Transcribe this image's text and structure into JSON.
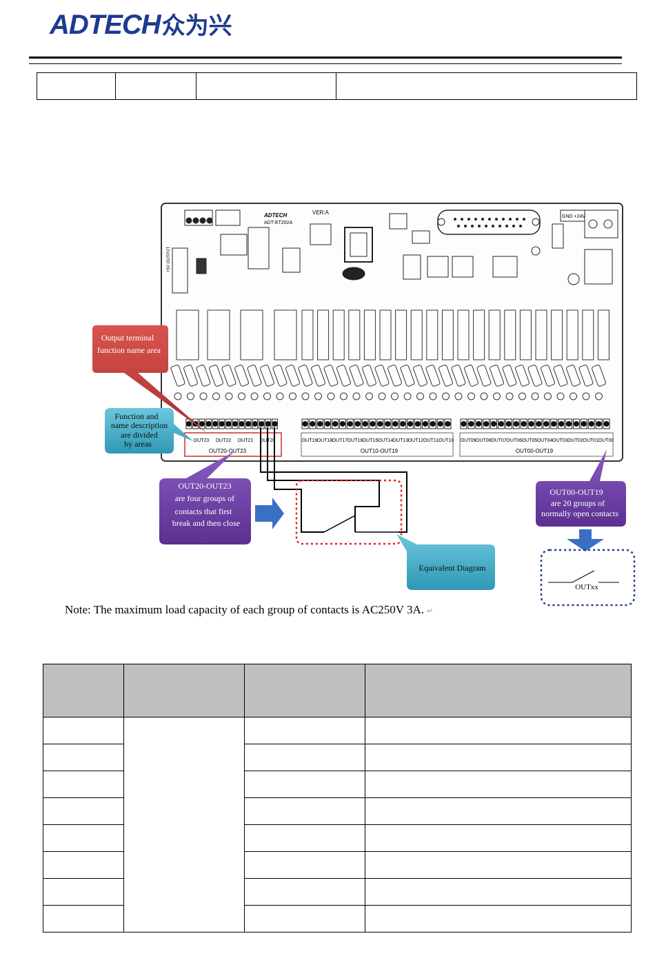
{
  "header": {
    "logo_text": "ADTECH",
    "logo_cn": "众为兴"
  },
  "figure": {
    "board": {
      "model": "ADT-ET202A",
      "brand": "ADTECH",
      "version": "VER:A",
      "power_left": "+5V OUTPUT",
      "power_right": "GND +24V",
      "group_labels": [
        "OUT20-OUT23",
        "OUT10-OUT19",
        "OUT00-OUT19"
      ],
      "terminals_a": [
        "OUT23",
        "OUT22",
        "OUT21",
        "OUT20"
      ],
      "terminals_b": [
        "OUT19",
        "OUT18",
        "OUT17",
        "OUT16",
        "OUT15",
        "OUT14",
        "OUT13",
        "OUT12",
        "OUT11",
        "OUT10"
      ],
      "terminals_c": [
        "OUT09",
        "OUT08",
        "OUT07",
        "OUT06",
        "OUT05",
        "OUT04",
        "OUT03",
        "OUT02",
        "OUT01",
        "OUT00"
      ]
    },
    "callouts": {
      "terminal_name": [
        "Output terminal",
        "function name area"
      ],
      "description": [
        "Function and",
        "name description",
        "are divided",
        "by areas"
      ],
      "out20_23": [
        "OUT20-OUT23",
        "are four groups of",
        "contacts that first",
        "break and then close"
      ],
      "out00_19": [
        "OUT00-OUT19",
        "are 20 groups of",
        "normally open contacts"
      ],
      "equivalent": "Equivalent Diagram",
      "outxx": "OUTxx"
    },
    "colors": {
      "red_callout": "#c0392b",
      "blue_callout": "#3fa9c4",
      "purple_callout": "#6b3fa0",
      "arrow_blue": "#3b6fc4",
      "dotted_red": "#e02020",
      "dotted_navy": "#1f3a8f"
    }
  },
  "note": "Note: The maximum load capacity of each group of contacts is AC250V 3A.",
  "note_mark": "↵"
}
